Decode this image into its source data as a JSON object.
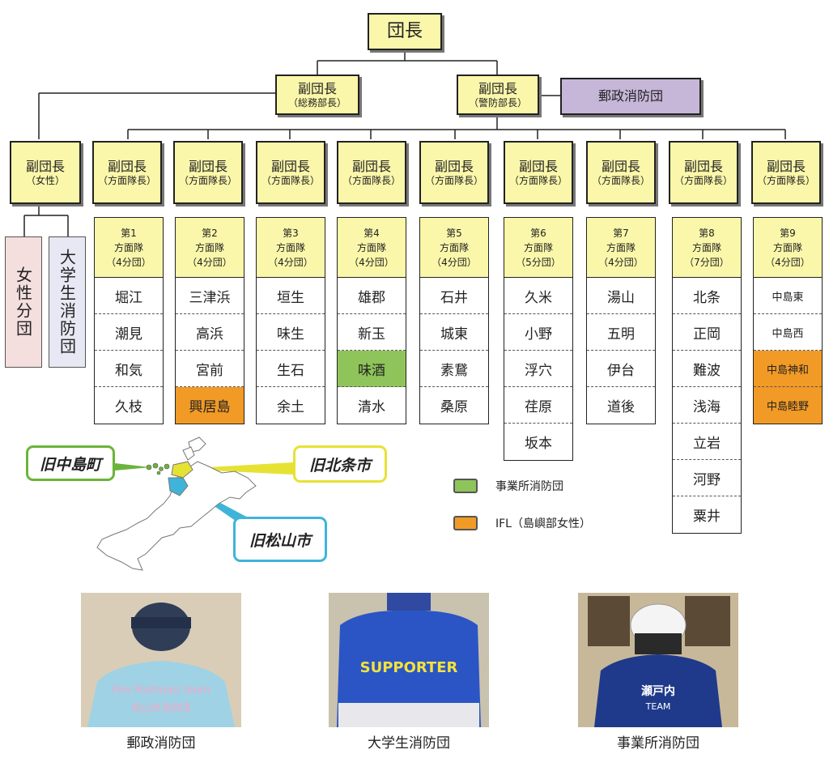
{
  "chief": "団長",
  "vice_chiefs": [
    {
      "main": "副団長",
      "sub": "（総務部長）"
    },
    {
      "main": "副団長",
      "sub": "（警防部長）"
    }
  ],
  "postal_team": "郵政消防団",
  "women_vice": {
    "main": "副団長",
    "sub": "（女性）"
  },
  "women_units": [
    "女性分団",
    "大学生消防団"
  ],
  "area_vice": {
    "main": "副団長",
    "sub": "（方面隊長）"
  },
  "areas": [
    {
      "line1": "第1",
      "line2": "方面隊",
      "line3": "（4分団）",
      "units": [
        "堀江",
        "潮見",
        "和気",
        "久枝"
      ]
    },
    {
      "line1": "第2",
      "line2": "方面隊",
      "line3": "（4分団）",
      "units": [
        "三津浜",
        "高浜",
        "宮前",
        "興居島"
      ]
    },
    {
      "line1": "第3",
      "line2": "方面隊",
      "line3": "（4分団）",
      "units": [
        "垣生",
        "味生",
        "生石",
        "余土"
      ]
    },
    {
      "line1": "第4",
      "line2": "方面隊",
      "line3": "（4分団）",
      "units": [
        "雄郡",
        "新玉",
        "味酒",
        "清水"
      ]
    },
    {
      "line1": "第5",
      "line2": "方面隊",
      "line3": "（4分団）",
      "units": [
        "石井",
        "城東",
        "素鵞",
        "桑原"
      ]
    },
    {
      "line1": "第6",
      "line2": "方面隊",
      "line3": "（5分団）",
      "units": [
        "久米",
        "小野",
        "浮穴",
        "荏原",
        "坂本"
      ]
    },
    {
      "line1": "第7",
      "line2": "方面隊",
      "line3": "（4分団）",
      "units": [
        "湯山",
        "五明",
        "伊台",
        "道後"
      ]
    },
    {
      "line1": "第8",
      "line2": "方面隊",
      "line3": "（7分団）",
      "units": [
        "北条",
        "正岡",
        "難波",
        "浅海",
        "立岩",
        "河野",
        "粟井"
      ]
    },
    {
      "line1": "第9",
      "line2": "方面隊",
      "line3": "（4分団）",
      "units": [
        "中島東",
        "中島西",
        "中島神和",
        "中島睦野"
      ]
    }
  ],
  "map_labels": {
    "nakajima": "旧中島町",
    "hojo": "旧北条市",
    "matsuyama": "旧松山市"
  },
  "legend": [
    {
      "label": "事業所消防団",
      "color": "#8fc45a"
    },
    {
      "label": "IFL（島嶼部女性）",
      "color": "#f29a26"
    }
  ],
  "photos": [
    {
      "caption": "郵政消防団",
      "jacket_text1": "Fire Postman team",
      "jacket_text2": "松山市消防団"
    },
    {
      "caption": "大学生消防団",
      "jacket_text1": "SUPPORTER",
      "jacket_text2": ""
    },
    {
      "caption": "事業所消防団",
      "jacket_text1": "瀬戸内",
      "jacket_text2": "TEAM"
    }
  ],
  "colors": {
    "box_fill": "#fbf7aa",
    "purple": "#c6b6d8",
    "green": "#8fc45a",
    "orange": "#f29a26",
    "callout_green": "#6bb43a",
    "callout_yellow": "#e6e234",
    "callout_blue": "#3fb4d8"
  }
}
